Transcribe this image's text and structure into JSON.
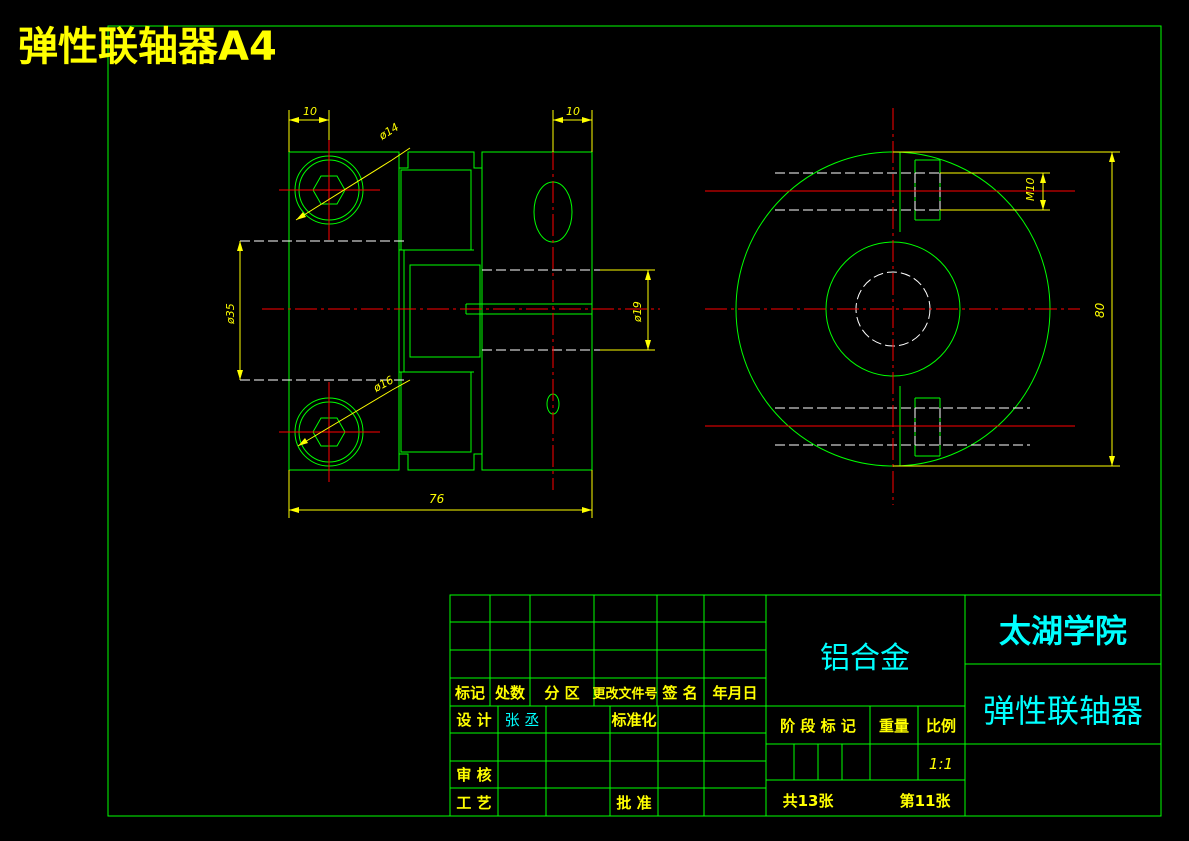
{
  "title": "弹性联轴器A4",
  "colors": {
    "background": "#000000",
    "border": "#00ff00",
    "drawing": "#00ff00",
    "dimension": "#ffff00",
    "centerline": "#ff0000",
    "hidden": "#ffffff",
    "table_text": "#00ffff",
    "bold_label": "#ffff00",
    "title": "#ffff00"
  },
  "dimensions": {
    "top_left_width": "10",
    "bolt_head_dia": "ø14",
    "top_right_width": "10",
    "bore_dia": "ø35",
    "pin_dia": "ø19",
    "bolt_dia": "ø16",
    "overall_length": "76",
    "thread": "M10",
    "outer_dia": "80"
  },
  "title_block": {
    "material": "铝合金",
    "school": "太湖学院",
    "part_name": "弹性联轴器",
    "header_labels": [
      "标记",
      "处数",
      "分 区",
      "更改文件号",
      "签 名",
      "年月日"
    ],
    "design_label": "设 计",
    "designer": "张 丞",
    "standardization_label": "标准化",
    "review_label": "审 核",
    "process_label": "工 艺",
    "approve_label": "批 准",
    "stage_label": "阶 段 标 记",
    "weight_label": "重量",
    "scale_label": "比例",
    "scale_value": "1:1",
    "sheets_total": "共13张",
    "sheet_number": "第11张"
  }
}
